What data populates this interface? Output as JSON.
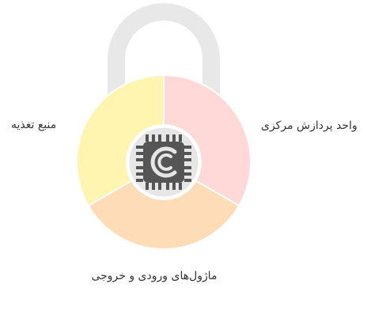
{
  "diagram": {
    "segments": [
      {
        "id": "cpu",
        "label": "واحد پردازش مرکزی",
        "color": "#ffd8d8",
        "stroke": "#ffffff"
      },
      {
        "id": "io",
        "label": "ماژول‌های ورودی و خروجی",
        "color": "#ffdcb8",
        "stroke": "#ffffff"
      },
      {
        "id": "power",
        "label": "منبع تغذیه",
        "color": "#fff5b0",
        "stroke": "#ffffff"
      }
    ],
    "shackle_color": "#e8e8e8",
    "center_circle_color": "#e6e6e6",
    "chip_icon_color": "#555555",
    "icon": "processor-chip-icon"
  }
}
